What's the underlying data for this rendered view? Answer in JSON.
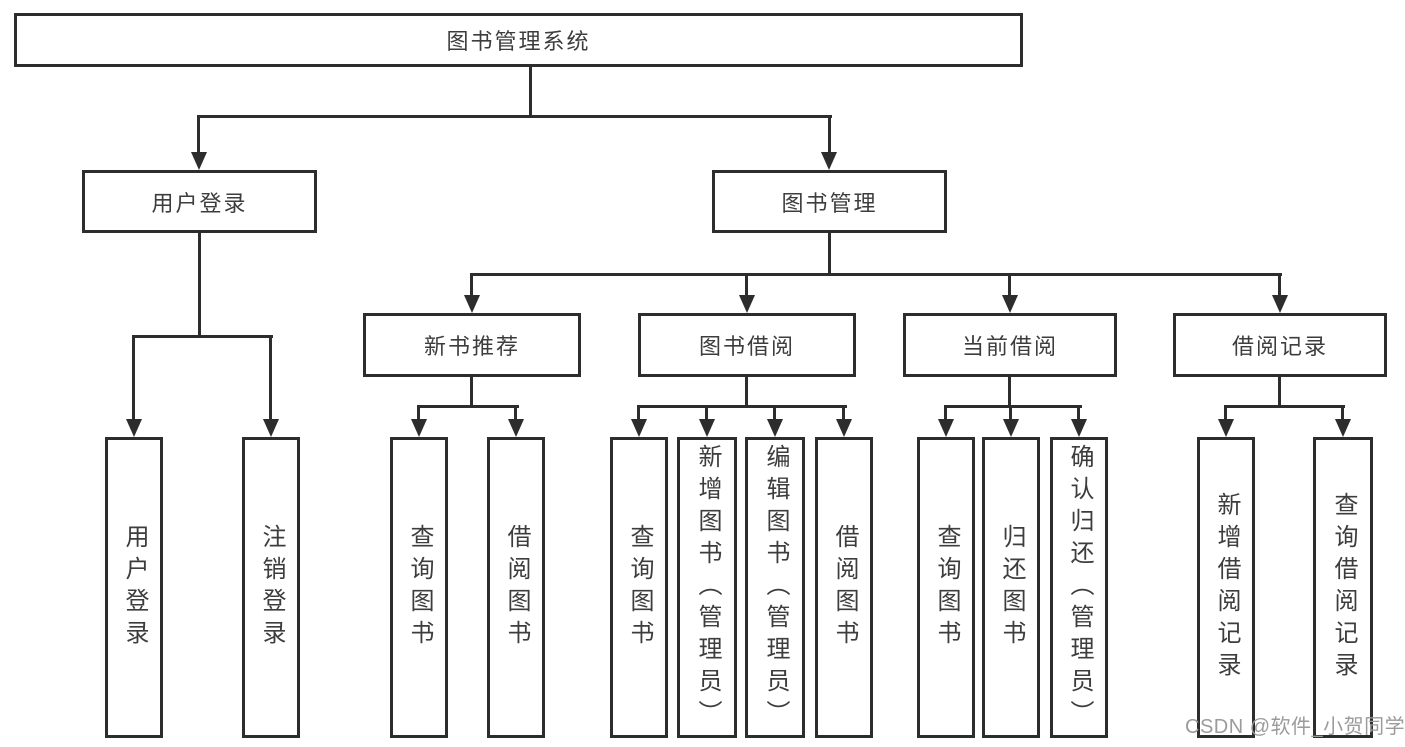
{
  "colors": {
    "line": "#2d2d2d",
    "text": "#3d3d3d",
    "watermark": "#9b9b9b",
    "background": "#ffffff"
  },
  "watermark": "CSDN @软件_小贺同学",
  "tree": {
    "root": "图书管理系统",
    "login": {
      "label": "用户登录",
      "leaves": [
        "用户登录",
        "注销登录"
      ]
    },
    "management": {
      "label": "图书管理",
      "sections": [
        {
          "label": "新书推荐",
          "leaves": [
            "查询图书",
            "借阅图书"
          ]
        },
        {
          "label": "图书借阅",
          "leaves": [
            "查询图书",
            "新增图书（管理员）",
            "编辑图书（管理员）",
            "借阅图书"
          ]
        },
        {
          "label": "当前借阅",
          "leaves": [
            "查询图书",
            "归还图书",
            "确认归还（管理员）"
          ]
        },
        {
          "label": "借阅记录",
          "leaves": [
            "新增借阅记录",
            "查询借阅记录"
          ]
        }
      ]
    }
  }
}
